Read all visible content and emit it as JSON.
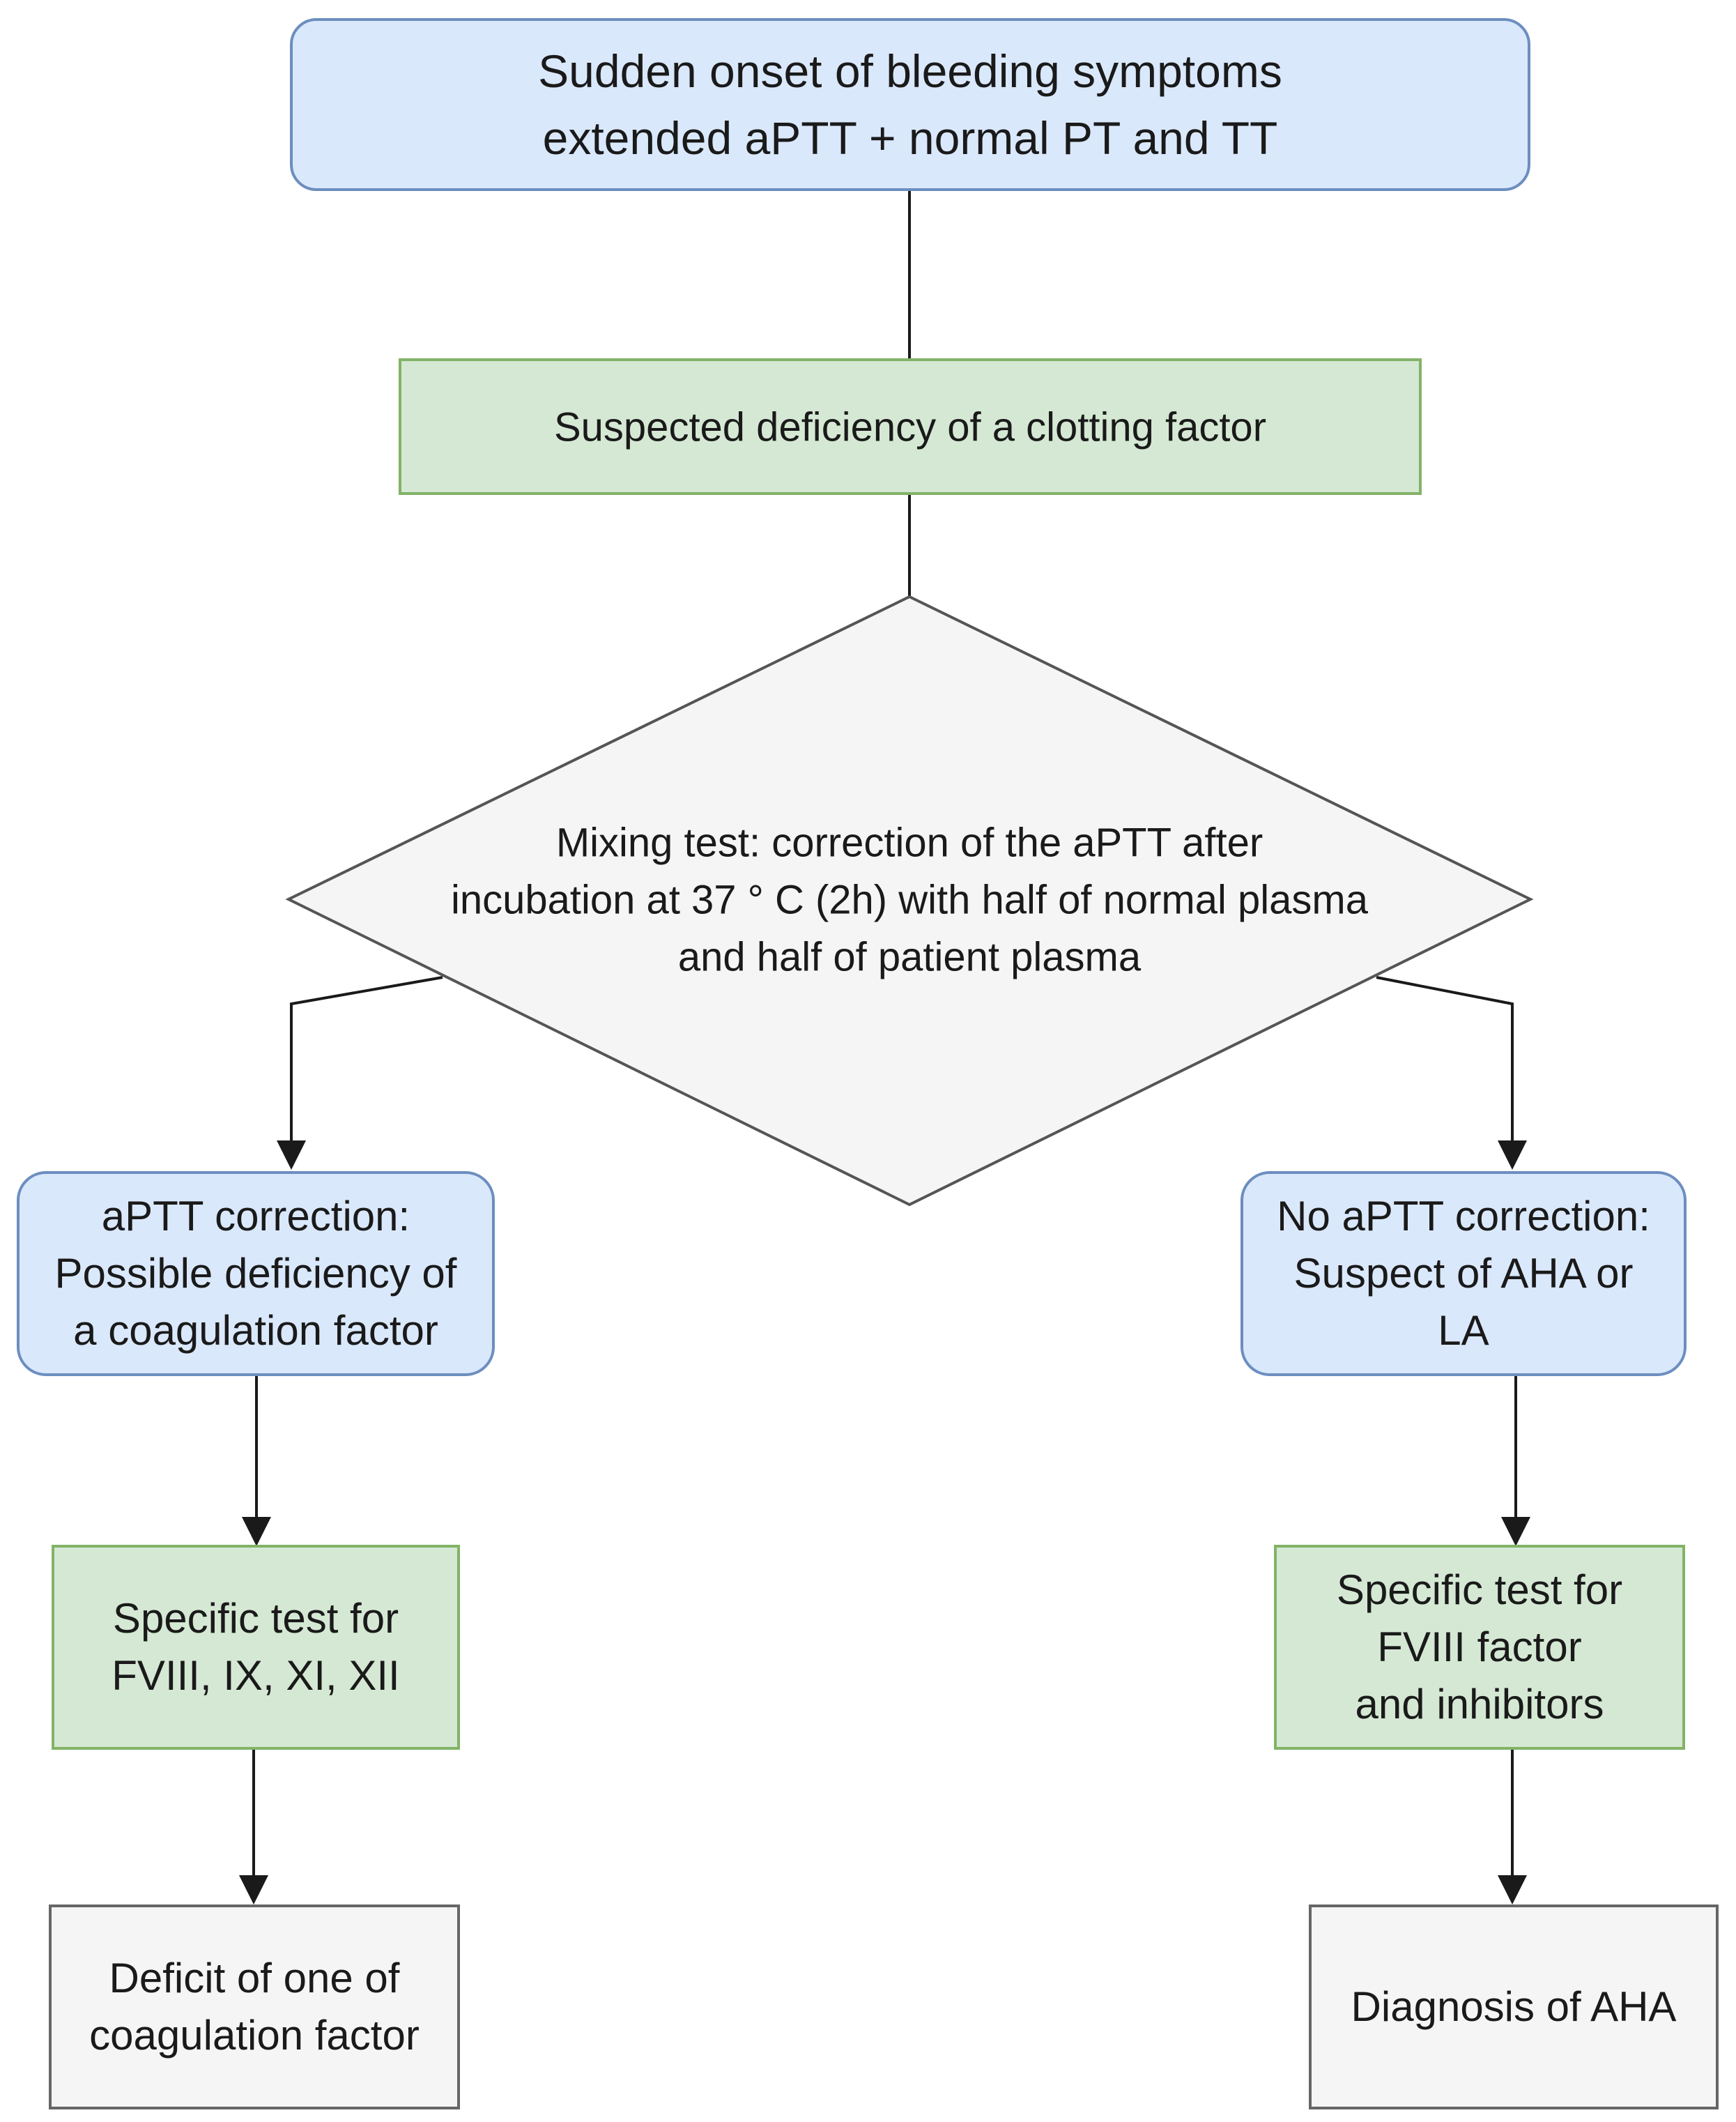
{
  "nodes": {
    "start": {
      "lines": [
        "Sudden onset of bleeding symptoms",
        "extended aPTT + normal PT and TT"
      ],
      "fill": "#dae8fc",
      "stroke": "#6c8ebf"
    },
    "suspected": {
      "lines": [
        "Suspected deficiency of a clotting factor"
      ],
      "fill": "#d5e8d4",
      "stroke": "#82b366"
    },
    "mixing": {
      "lines": [
        "Mixing test: correction of the aPTT after",
        "incubation at 37 ° C (2h) with half of normal plasma",
        "and half of patient plasma"
      ],
      "fill": "#f5f5f5",
      "stroke": "#555555"
    },
    "left_result": {
      "lines": [
        "aPTT correction:",
        "Possible deficiency of",
        "a coagulation factor"
      ],
      "fill": "#dae8fc",
      "stroke": "#6c8ebf"
    },
    "right_result": {
      "lines": [
        "No aPTT correction:",
        "Suspect of AHA or",
        "LA"
      ],
      "fill": "#dae8fc",
      "stroke": "#6c8ebf"
    },
    "left_test": {
      "lines": [
        "Specific test for",
        "FVIII, IX, XI, XII"
      ],
      "fill": "#d5e8d4",
      "stroke": "#82b366"
    },
    "right_test": {
      "lines": [
        "Specific test for",
        "FVIII factor",
        "and inhibitors"
      ],
      "fill": "#d5e8d4",
      "stroke": "#82b366"
    },
    "left_outcome": {
      "lines": [
        "Deficit of one of",
        "coagulation factor"
      ],
      "fill": "#f5f5f5",
      "stroke": "#666666"
    },
    "right_outcome": {
      "lines": [
        "Diagnosis of AHA"
      ],
      "fill": "#f5f5f5",
      "stroke": "#666666"
    }
  },
  "edge_color": "#1a1a1a"
}
